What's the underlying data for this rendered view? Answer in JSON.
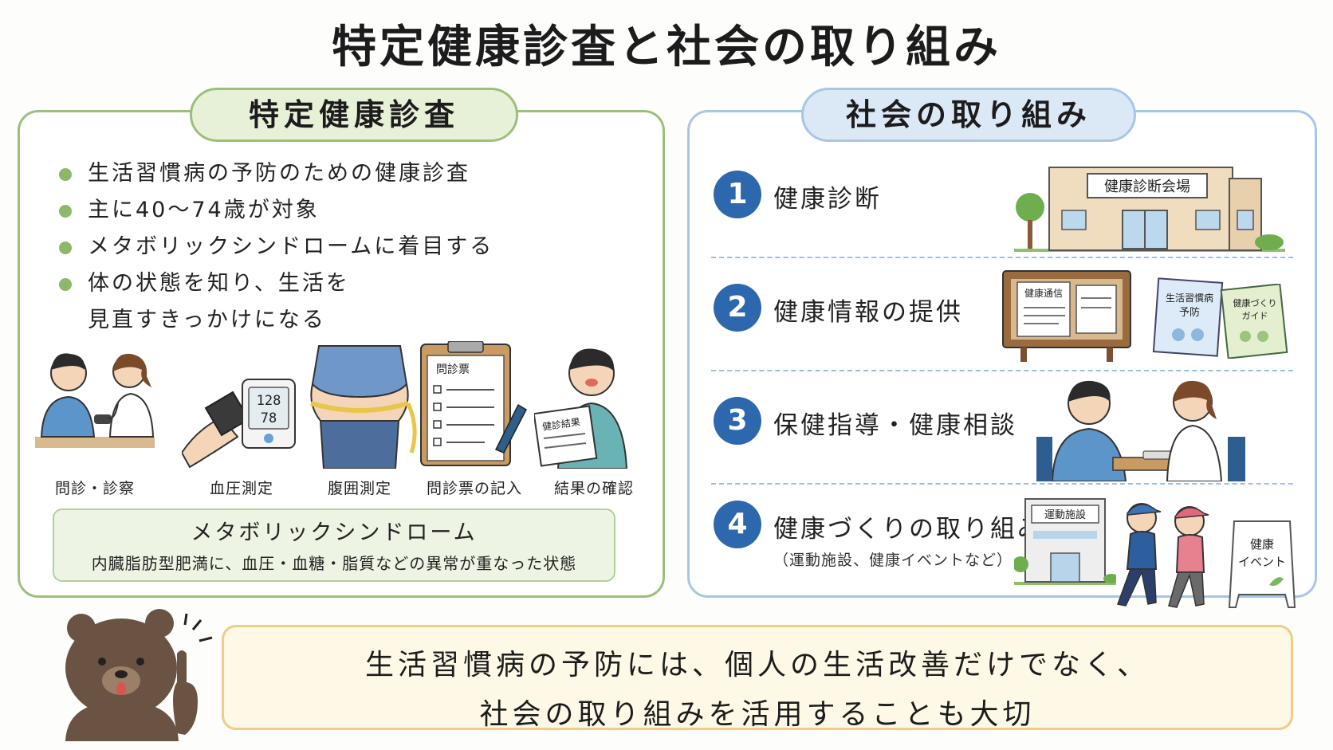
{
  "title": "特定健康診査と社会の取り組み",
  "left": {
    "heading": "特定健康診査",
    "bullets": [
      "生活習慣病の予防のための健康診査",
      "主に40～74歳が対象",
      "メタボリックシンドロームに着目する",
      "体の状態を知り、生活を",
      "見直すきっかけになる"
    ],
    "illustrations": [
      {
        "caption": "問診・診察"
      },
      {
        "caption": "血圧測定",
        "screen_top": "128",
        "screen_bottom": "78"
      },
      {
        "caption": "腹囲測定"
      },
      {
        "caption": "問診票の記入",
        "board_title": "問診票"
      },
      {
        "caption": "結果の確認",
        "paper_title": "健診結果"
      }
    ],
    "metabo": {
      "title": "メタボリックシンドローム",
      "desc": "内臓脂肪型肥満に、血圧・血糖・脂質などの異常が重なった状態"
    }
  },
  "right": {
    "heading": "社会の取り組み",
    "items": [
      {
        "num": "1",
        "label": "健康診断",
        "sign": "健康診断会場"
      },
      {
        "num": "2",
        "label": "健康情報の提供",
        "board": "健康通信",
        "book1_l1": "生活習慣病",
        "book1_l2": "予防",
        "book2_l1": "健康づくり",
        "book2_l2": "ガイド"
      },
      {
        "num": "3",
        "label": "保健指導・健康相談"
      },
      {
        "num": "4",
        "label": "健康づくりの取り組み",
        "sub": "（運動施設、健康イベントなど）",
        "facility": "運動施設",
        "event_l1": "健康",
        "event_l2": "イベント"
      }
    ]
  },
  "bottom": {
    "line1": "生活習慣病の予防には、個人の生活改善だけでなく、",
    "line2": "社会の取り組みを活用することも大切"
  },
  "colors": {
    "green_border": "#9dbf7c",
    "blue_border": "#a8c6e6",
    "number_blue": "#2d68ae",
    "bottom_border": "#f0cc84"
  }
}
